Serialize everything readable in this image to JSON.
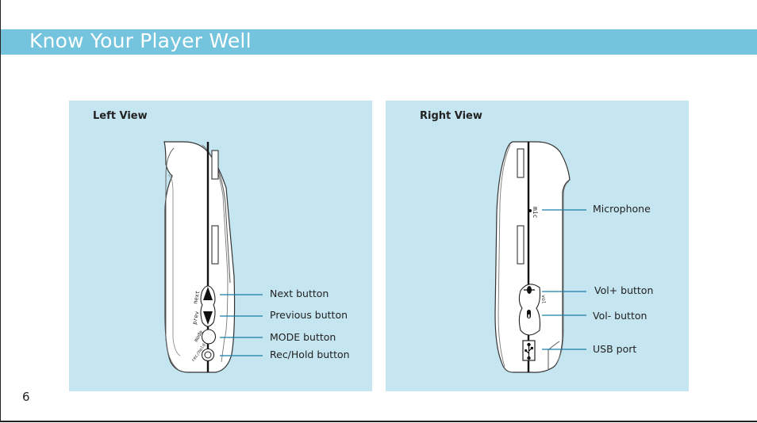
{
  "header": {
    "title": "Know Your Player Well"
  },
  "colors": {
    "title_bar": "#74c4de",
    "panel_bg": "#c5e5f0",
    "callout_line": "#1a7ea8"
  },
  "left_view": {
    "title": "Left View",
    "device_markings": [
      "next",
      "prev",
      "mode",
      "rec/hold"
    ],
    "callouts": [
      {
        "label": "Next button"
      },
      {
        "label": "Previous button"
      },
      {
        "label": "MODE button"
      },
      {
        "label": "Rec/Hold button"
      }
    ]
  },
  "right_view": {
    "title": "Right View",
    "device_markings": [
      "mic",
      "vol"
    ],
    "callouts": [
      {
        "label": "Microphone"
      },
      {
        "label": "Vol+ button"
      },
      {
        "label": "Vol- button"
      },
      {
        "label": "USB port"
      }
    ]
  },
  "footer": {
    "page_number": "6"
  }
}
